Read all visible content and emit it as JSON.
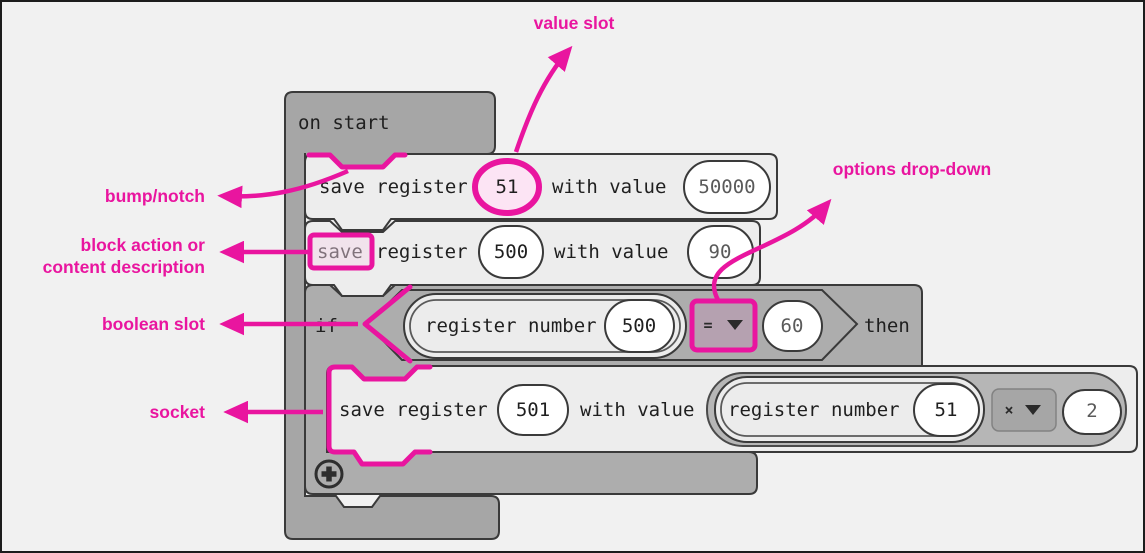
{
  "colors": {
    "background": "#f1f1f1",
    "annotation_magenta": "#e9159f",
    "hat_block_gray": "#a6a6a6",
    "if_block_gray": "#adadad",
    "statement_block_gray": "#ededed",
    "expression_container_gray": "#b6b6b6",
    "dropdown_gray": "#a6a6a6",
    "dropdown_highlight_fill": "#b5a1b0",
    "value_slot_highlight_fill": "#fce4f4",
    "block_outline": "#3a3a3a"
  },
  "workspace": {
    "on_start": {
      "label": "on start"
    },
    "block1": {
      "label_pre": "save register",
      "reg": "51",
      "label_mid": "with value",
      "value": "50000"
    },
    "block2": {
      "action": "save",
      "label_pre": "register",
      "reg": "500",
      "label_mid": "with value",
      "value": "90"
    },
    "if_block": {
      "keyword": "if",
      "then_label": "then",
      "condition": {
        "label": "register number",
        "reg": "500",
        "operator": "=",
        "rhs": "60"
      }
    },
    "block4": {
      "label_pre": "save register",
      "reg": "501",
      "label_mid": "with value",
      "expr": {
        "label": "register number",
        "reg": "51",
        "operator": "×",
        "value": "2"
      }
    },
    "icons": {
      "plus_expand": "plus-icon",
      "dropdown_arrow": "triangle-down-icon"
    }
  },
  "annotations": {
    "value_slot": "value slot",
    "bump_notch": "bump/notch",
    "block_action_line1": "block action or",
    "block_action_line2": "content description",
    "boolean_slot": "boolean slot",
    "socket": "socket",
    "options_dropdown": "options drop-down"
  }
}
